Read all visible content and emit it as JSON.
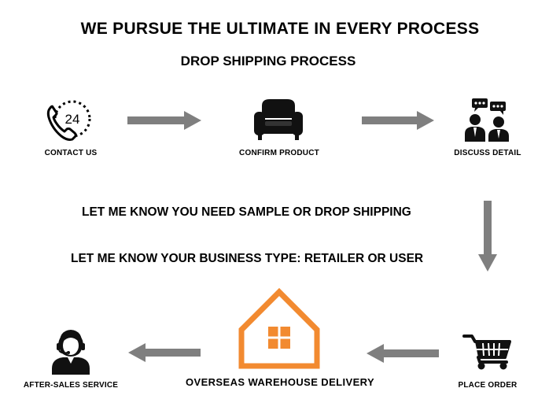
{
  "title": "WE PURSUE THE ULTIMATE IN EVERY PROCESS",
  "subtitle": "DROP SHIPPING PROCESS",
  "steps": [
    {
      "label": "CONTACT US",
      "icon": "phone-24-icon"
    },
    {
      "label": "CONFIRM PRODUCT",
      "icon": "sofa-icon"
    },
    {
      "label": "DISCUSS DETAIL",
      "icon": "discussion-people-icon"
    },
    {
      "label": "PLACE ORDER",
      "icon": "shopping-cart-icon"
    },
    {
      "label": "OVERSEAS WAREHOUSE DELIVERY",
      "icon": "warehouse-house-icon"
    },
    {
      "label": "AFTER-SALES SERVICE",
      "icon": "support-agent-icon"
    }
  ],
  "phone_badge": "24",
  "notes": [
    "LET ME KNOW YOU NEED SAMPLE OR DROP SHIPPING",
    "LET ME KNOW YOUR BUSINESS TYPE: RETAILER OR USER"
  ],
  "colors": {
    "arrow": "#7f7f7f",
    "warehouse": "#f28a30",
    "text": "#000000"
  }
}
